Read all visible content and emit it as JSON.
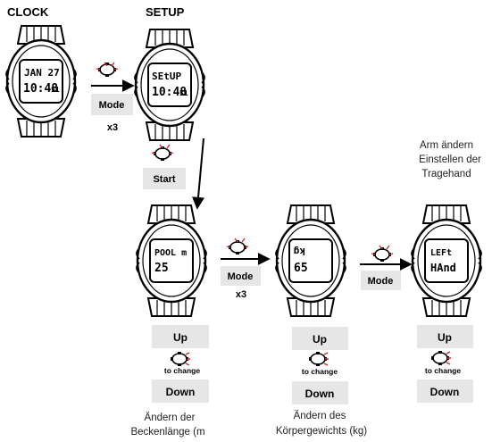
{
  "headings": {
    "clock": "CLOCK",
    "setup": "SETUP"
  },
  "buttons": {
    "mode": "Mode",
    "start": "Start",
    "up": "Up",
    "down": "Down"
  },
  "multipliers": {
    "x3": "x3"
  },
  "hint": "to change",
  "watches": {
    "clock": {
      "line1": "JAN 27",
      "line2": "10:48",
      "sec": "51"
    },
    "setup": {
      "line1": "SEtUP",
      "line2": "10:48",
      "sec": "51"
    },
    "pool": {
      "line1": "POOL m",
      "line2": "25"
    },
    "weight": {
      "line1": "kg",
      "line2": "65"
    },
    "hand": {
      "line1": "LEFt",
      "line2": "HAnd"
    }
  },
  "captions": {
    "pool": [
      "Ändern der",
      "Beckenlänge (m"
    ],
    "weight": [
      "Ändern des",
      "Körpergewichts (kg)"
    ],
    "hand": [
      "Arm ändern",
      "Einstellen der",
      "Tragehand"
    ]
  },
  "colors": {
    "accent": "#d9252a",
    "buttonBg": "#e6e6e6",
    "ink": "#000000"
  }
}
